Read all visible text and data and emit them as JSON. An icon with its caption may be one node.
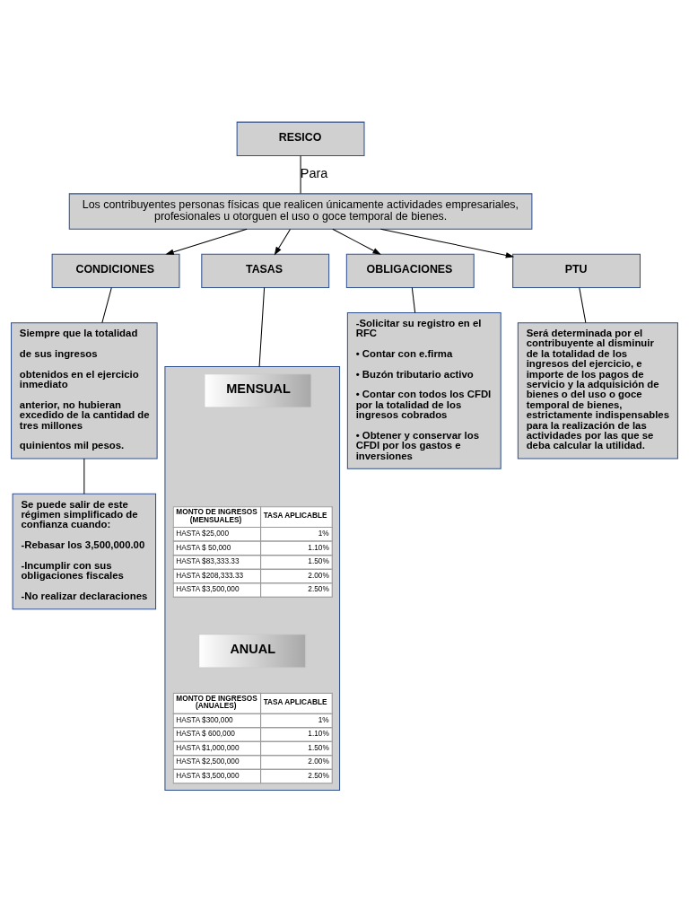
{
  "diagram": {
    "nodes": [
      {
        "text": [
          "RESICO"
        ]
      },
      {
        "text": [
          "Los contribuyentes personas físicas que realicen únicamente actividades empresariales, profesionales u otorguen el uso o goce temporal de bienes."
        ]
      },
      {
        "text": [
          "CONDICIONES"
        ]
      },
      {
        "text": [
          "TASAS"
        ]
      },
      {
        "text": [
          "OBLIGACIONES"
        ]
      },
      {
        "text": [
          "PTU"
        ]
      },
      {
        "text": [
          "Siempre que la totalidad",
          "de sus ingresos",
          "obtenidos en el ejercicio inmediato",
          "anterior, no hubieran excedido de la cantidad de tres millones",
          "quinientos mil pesos."
        ]
      },
      {
        "text": [
          "Se puede salir de este régimen simplificado de confianza cuando:",
          "-Rebasar los 3,500,000.00",
          "-Incumplir con sus obligaciones fiscales",
          "-No realizar declaraciones"
        ]
      },
      {
        "text": [],
        "shape": "box"
      },
      {
        "text": [
          "MENSUAL"
        ],
        "in": 8
      },
      {
        "text": [
          "MONTO DE INGRESOS (MENSUALES)",
          "TASA APLICABLE",
          "HASTA $25,000",
          "1%",
          "HASTA $ 50,000",
          "1.10%",
          "HASTA $83,333.33",
          "1.50%",
          "HASTA $208,333.33",
          "2.00%",
          "HASTA $3,500,000",
          "2.50%"
        ],
        "in": 8
      },
      {
        "text": [
          "ANUAL"
        ],
        "in": 8
      },
      {
        "text": [
          "MONTO DE INGRESOS (ANUALES)",
          "TASA APLICABLE",
          "HASTA $300,000",
          "1%",
          "HASTA $ 600,000",
          "1.10%",
          "HASTA $1,000,000",
          "1.50%",
          "HASTA $2,500,000",
          "2.00%",
          "HASTA $3,500,000",
          "2.50%"
        ],
        "in": 8
      },
      {
        "text": [
          "-Solicitar su registro en el RFC",
          "• Contar con e.firma",
          "• Buzón tributario activo",
          "• Contar con todos los CFDI por la totalidad de los ingresos cobrados",
          "• Obtener y conservar los CFDI por los gastos e inversiones"
        ]
      },
      {
        "text": [
          "Será determinada por el contribuyente al disminuir de la totalidad de los ingresos del ejercicio, e importe de los pagos de servicio y la adquisición de bienes o del uso o goce temporal de bienes, estrictamente indispensables para la realización de las actividades por las que se deba calcular la utilidad."
        ]
      }
    ],
    "edges": [
      {
        "from": 0,
        "to": 1,
        "arrow": "none",
        "label": "Para"
      },
      {
        "from": 1,
        "to": 2,
        "arrow": "to"
      },
      {
        "from": 1,
        "to": 3,
        "arrow": "to"
      },
      {
        "from": 1,
        "to": 4,
        "arrow": "to"
      },
      {
        "from": 1,
        "to": 5,
        "arrow": "to"
      },
      {
        "from": 2,
        "to": 6,
        "arrow": "none"
      },
      {
        "from": 6,
        "to": 7,
        "arrow": "none"
      },
      {
        "from": 3,
        "to": 8,
        "arrow": "none"
      },
      {
        "from": 4,
        "to": 13,
        "arrow": "none"
      },
      {
        "from": 5,
        "to": 14,
        "arrow": "none"
      }
    ]
  }
}
